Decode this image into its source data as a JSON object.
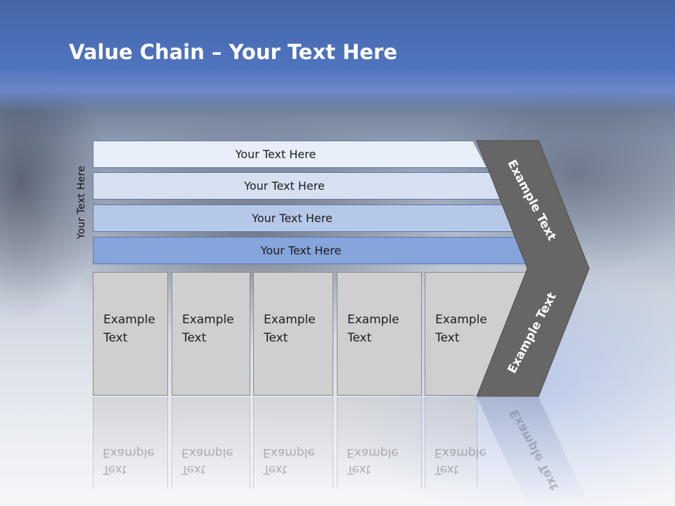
{
  "slide": {
    "title_bold": "Value Chain",
    "title_rest": " – Your Text Here",
    "vertical_label": "Your Text Here"
  },
  "bands": [
    {
      "label": "Your Text Here"
    },
    {
      "label": "Your Text Here"
    },
    {
      "label": "Your Text Here"
    },
    {
      "label": "Your Text Here"
    }
  ],
  "columns": [
    {
      "line1": "Example",
      "line2": "Text"
    },
    {
      "line1": "Example",
      "line2": "Text"
    },
    {
      "line1": "Example",
      "line2": "Text"
    },
    {
      "line1": "Example",
      "line2": "Text"
    },
    {
      "line1": "Example",
      "line2": "Text"
    }
  ],
  "chevron": {
    "upper_label": "Example Text",
    "lower_label": "Example Text"
  },
  "colors": {
    "header": "#4f74bf",
    "chevron_fill": "#666666",
    "band_1": "#e8eef8",
    "band_2": "#d6e0f1",
    "band_3": "#b6c8e8",
    "band_4": "#85a4dc",
    "column_fill": "#cfcfcf"
  }
}
